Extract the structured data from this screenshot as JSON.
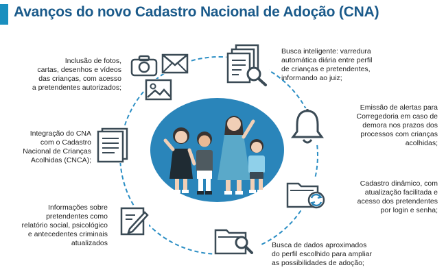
{
  "title": "Avanços do novo Cadastro Nacional de Adoção (CNA)",
  "items": [
    {
      "lines": [
        "Inclusão de fotos,",
        "cartas, desenhos e vídeos",
        "das crianças, com acesso",
        "a pretendentes autorizados;"
      ]
    },
    {
      "lines": [
        "Busca inteligente: varredura",
        "automática diária entre perfil",
        "de crianças e pretendentes,",
        "informando ao juiz;"
      ]
    },
    {
      "lines": [
        "Emissão de alertas para",
        "Corregedoria em caso de",
        "demora nos prazos dos",
        "processos com crianças",
        "acolhidas;"
      ]
    },
    {
      "lines": [
        "Integração do CNA",
        "com o Cadastro",
        "Nacional de Crianças",
        "Acolhidas (CNCA);"
      ]
    },
    {
      "lines": [
        "Cadastro dinâmico, com",
        "atualização facilitada e",
        "acesso dos pretendentes",
        "por login e senha;"
      ]
    },
    {
      "lines": [
        "Informações sobre",
        "pretendentes como",
        "relatório social, psicológico",
        "e antecedentes criminais",
        "atualizados"
      ]
    },
    {
      "lines": [
        "Busca de dados aproximados",
        "do perfil escolhido para ampliar",
        "as possibilidades de adoção;"
      ]
    }
  ],
  "colors": {
    "accent": "#2a85ba",
    "title": "#1a5a8a",
    "icon": "#3a4a55"
  },
  "icons": [
    "camera-icon",
    "envelope-icon",
    "picture-icon",
    "documents-search-icon",
    "bell-icon",
    "document-icon",
    "folder-refresh-icon",
    "pencil-edit-icon",
    "folder-search-icon",
    "children-illustration"
  ]
}
